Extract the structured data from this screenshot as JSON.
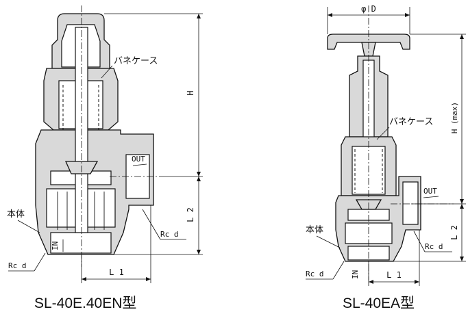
{
  "left_valve": {
    "caption": "SL-40E.40EN型",
    "spring_case_label": "バネケース",
    "body_label": "本体",
    "thread_out_label": "Rc d",
    "thread_in_label": "Rc d",
    "out_label": "OUT",
    "in_label": "IN",
    "dim_h": "H",
    "dim_l1": "L 1",
    "dim_l2": "L 2"
  },
  "right_valve": {
    "caption": "SL-40EA型",
    "spring_case_label": "バネケース",
    "body_label": "本体",
    "thread_out_label": "Rc d",
    "thread_in_label": "Rc d",
    "out_label": "OUT",
    "in_label": "IN",
    "dim_d": "φ D",
    "dim_h": "H (max)",
    "dim_l1": "L 1",
    "dim_l2": "L 2"
  }
}
